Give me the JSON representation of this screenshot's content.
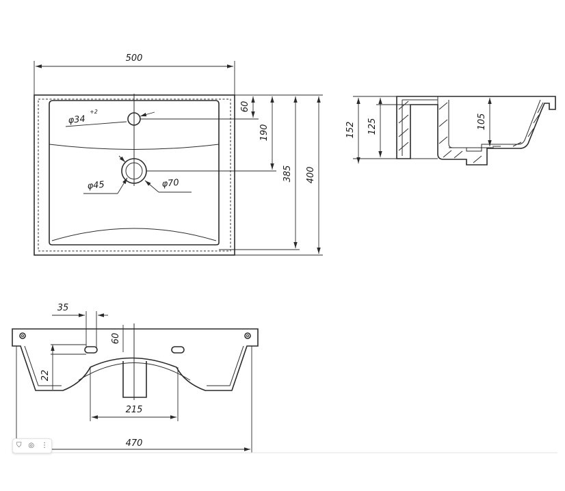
{
  "dimensions": {
    "top_width": "500",
    "hole_tap": "φ34",
    "hole_tap_tolerance": "+2",
    "drain_inner": "φ45",
    "drain_outer": "φ70",
    "tap_offset": "60",
    "drain_offset": "190",
    "bowl_depth": "385",
    "overall_depth": "400",
    "side_height": "152",
    "side_inner_height": "125",
    "bowl_height": "105",
    "mount_spacing": "35",
    "mount_slot_height": "60",
    "front_edge": "22",
    "drain_spacing": "215",
    "bottom_width": "470"
  },
  "toolbar": {
    "icons": [
      "bookmark-icon",
      "camera-icon",
      "more-icon"
    ],
    "glyphs": [
      "⛉",
      "◎",
      "⋮"
    ]
  }
}
